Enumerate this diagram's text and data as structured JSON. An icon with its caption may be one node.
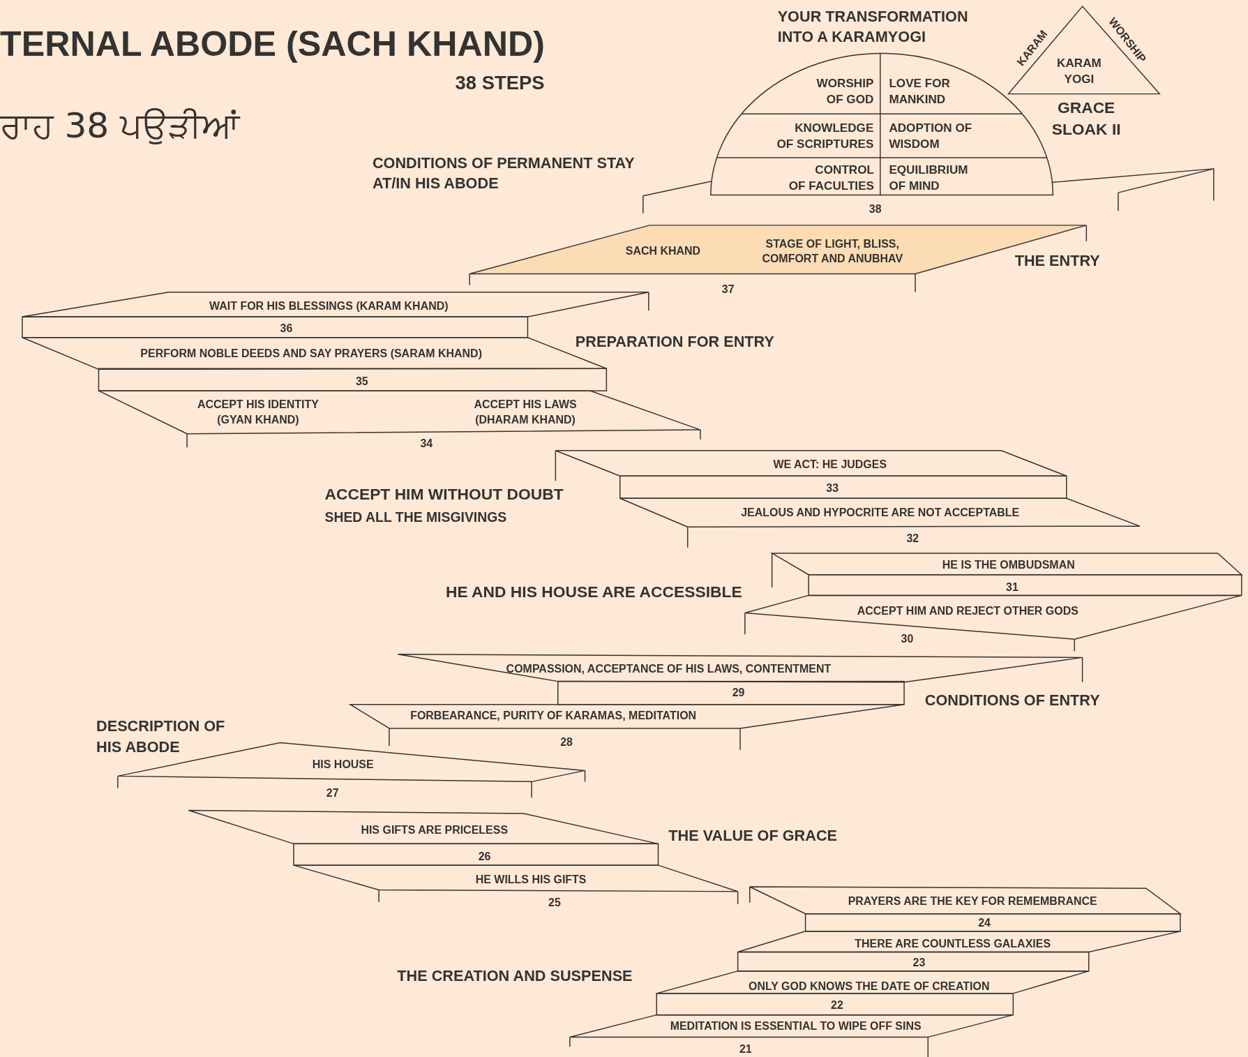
{
  "diagram": {
    "title": "TERNAL ABODE (SACH KHAND)",
    "nodes": [
      {
        "text": [
          "38"
        ]
      },
      {
        "text": [
          "WORSHIP OF GOD",
          "LOVE FOR MANKIND",
          "KNOWLEDGE OF SCRIPTURES",
          "ADOPTION OF WISDOM",
          "CONTROL OF FACULTIES",
          "EQUILIBRIUM OF MIND"
        ],
        "in": 0
      },
      {
        "text": [
          "KARAM",
          "WORSHIP",
          "KARAM YOGI"
        ]
      },
      {
        "text": [
          "SACH KHAND",
          "STAGE OF LIGHT, BLISS, COMFORT AND ANUBHAV",
          "37"
        ]
      },
      {
        "text": [
          "WAIT FOR HIS BLESSINGS (KARAM KHAND)",
          "36"
        ]
      },
      {
        "text": [
          "PERFORM NOBLE DEEDS AND SAY PRAYERS (SARAM KHAND)",
          "35"
        ]
      },
      {
        "text": [
          "ACCEPT HIS IDENTITY (GYAN KHAND)",
          "ACCEPT HIS LAWS (DHARAM KHAND)",
          "34"
        ]
      },
      {
        "text": [
          "WE ACT: HE JUDGES",
          "33"
        ]
      },
      {
        "text": [
          "JEALOUS AND HYPOCRITE ARE NOT ACCEPTABLE",
          "32"
        ]
      },
      {
        "text": [
          "HE IS THE OMBUDSMAN",
          "31"
        ]
      },
      {
        "text": [
          "ACCEPT HIM AND REJECT OTHER GODS",
          "30"
        ]
      },
      {
        "text": [
          "COMPASSION, ACCEPTANCE OF HIS LAWS, CONTENTMENT",
          "29"
        ]
      },
      {
        "text": [
          "FORBEARANCE, PURITY OF KARAMAS, MEDITATION",
          "28"
        ]
      },
      {
        "text": [
          "HIS HOUSE",
          "27"
        ]
      },
      {
        "text": [
          "HIS GIFTS ARE PRICELESS",
          "26"
        ]
      },
      {
        "text": [
          "HE WILLS HIS GIFTS",
          "25"
        ]
      },
      {
        "text": [
          "PRAYERS ARE THE KEY FOR REMEMBRANCE",
          "24"
        ]
      },
      {
        "text": [
          "THERE ARE COUNTLESS GALAXIES",
          "23"
        ]
      },
      {
        "text": [
          "ONLY GOD KNOWS THE DATE OF CREATION",
          "22"
        ]
      },
      {
        "text": [
          "MEDITATION IS ESSENTIAL TO WIPE OFF SINS",
          "21"
        ]
      }
    ],
    "labels": [
      "YOUR TRANSFORMATION INTO A KARAMYOGI",
      "38 STEPS",
      "ਰਾਹ 38 ਪਉੜੀਆਂ",
      "GRACE SLOAK II",
      "CONDITIONS OF PERMANENT STAY AT/IN HIS ABODE",
      "THE ENTRY",
      "PREPARATION FOR ENTRY",
      "ACCEPT HIM WITHOUT DOUBT",
      "SHED ALL THE MISGIVINGS",
      "HE AND HIS HOUSE ARE ACCESSIBLE",
      "CONDITIONS OF ENTRY",
      "DESCRIPTION OF HIS ABODE",
      "THE VALUE OF GRACE",
      "THE CREATION AND SUSPENSE"
    ]
  }
}
